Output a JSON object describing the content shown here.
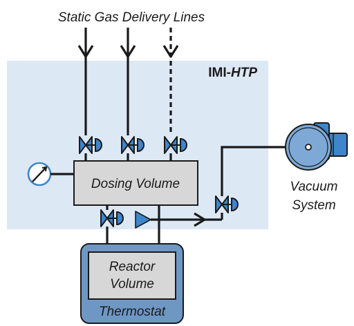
{
  "title": "Static Gas Delivery Lines",
  "system": {
    "prefix": "IMI-",
    "suffix": "HTP"
  },
  "dosing_volume": "Dosing Volume",
  "vacuum": {
    "line1": "Vacuum",
    "line2": "System"
  },
  "reactor": {
    "line1": "Reactor",
    "line2": "Volume"
  },
  "thermostat": "Thermostat",
  "colors": {
    "panel": "#dde8f5",
    "valve_fill": "#3e86cb",
    "box_fill": "#d7d7d7",
    "thermostat_fill": "#6f97c4",
    "vacuum_fill": "#3e86cb",
    "line": "#1a1a1a"
  }
}
